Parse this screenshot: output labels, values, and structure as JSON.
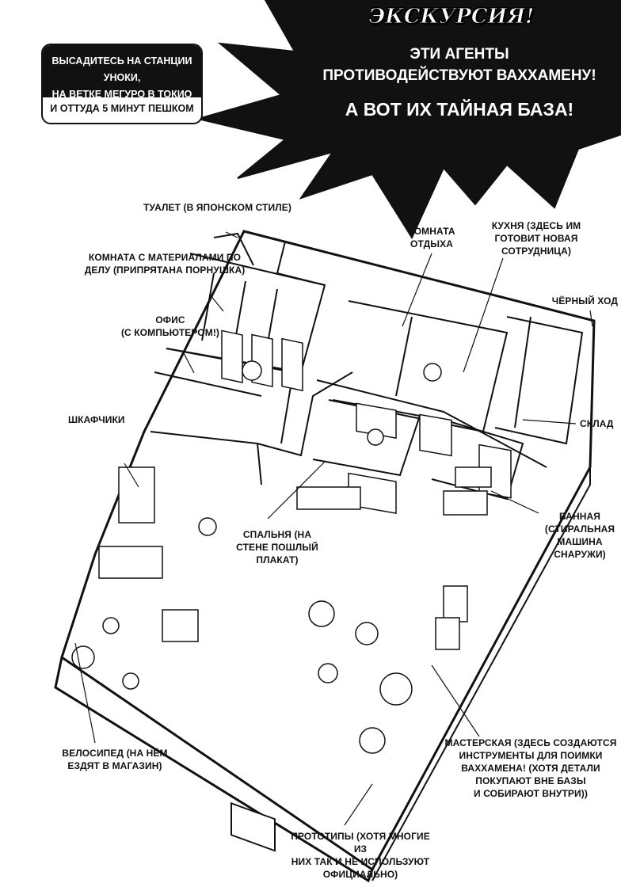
{
  "burst": {
    "title": "Экскурсия!",
    "line1": "Эти агенты\nпротиводействуют Ваххамену!",
    "line2": "А вот их тайная база!"
  },
  "station": {
    "top": "Высадитесь на станции Уноки,\nна ветке Мегуро в Токио",
    "bottom": "И оттуда 5 минут пешком"
  },
  "labels": {
    "toilet": "Туалет (в японском стиле)",
    "materials": "Комната с материалами по\nделу (припрятана порнушка)",
    "office": "Офис\n(с компьютером!)",
    "lockers": "Шкафчики",
    "rest_room": "Комната\nотдыха",
    "kitchen": "Кухня (здесь им\nготовит новая\nсотрудница)",
    "back_exit": "Чёрный ход",
    "storage": "Склад",
    "bathroom": "Ванная\n(стиральная\nмашина\nснаружи)",
    "bedroom": "Спальня (на\nстене пошлый\nплакат)",
    "bicycle": "Велосипед (на нём\nездят в магазин)",
    "workshop": "Мастерская (здесь создаются\nинструменты для поимки\nВаххамена! (хотя детали\nпокупают вне базы\nи собирают внутри))",
    "prototypes": "Прототипы (хотя многие из\nних так и не используют\nофициально)"
  }
}
